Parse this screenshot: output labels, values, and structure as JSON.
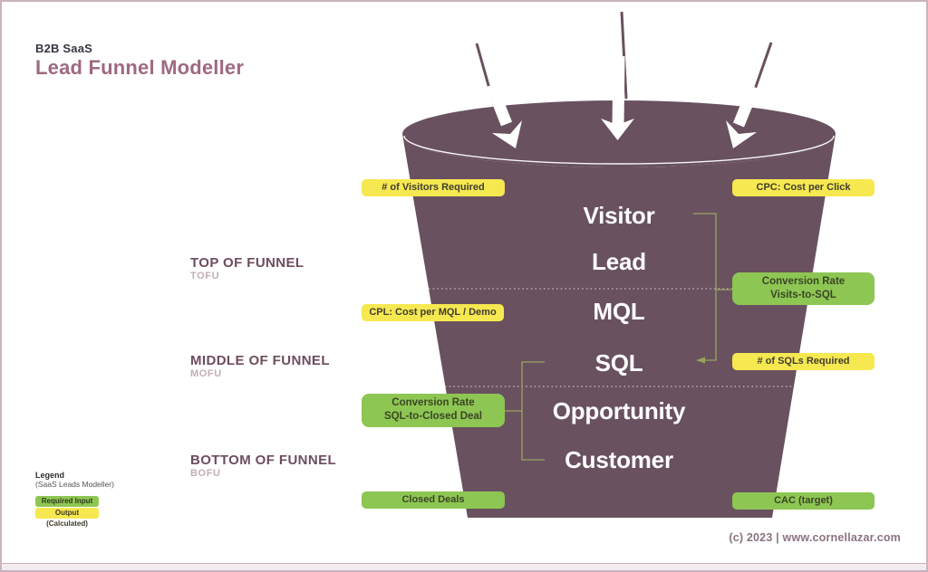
{
  "header": {
    "kicker": "B2B SaaS",
    "title": "Lead Funnel Modeller"
  },
  "funnel": {
    "stages": [
      "Visitor",
      "Lead",
      "MQL",
      "SQL",
      "Opportunity",
      "Customer"
    ]
  },
  "sections": [
    {
      "label": "TOP OF FUNNEL",
      "sub": "TOFU"
    },
    {
      "label": "MIDDLE OF FUNNEL",
      "sub": "MOFU"
    },
    {
      "label": "BOTTOM OF FUNNEL",
      "sub": "BOFU"
    }
  ],
  "chips": {
    "visitors_required": "# of Visitors Required",
    "cpc": "CPC: Cost per Click",
    "cpl": "CPL: Cost per MQL / Demo",
    "sqls_required": "# of SQLs Required",
    "conv_visits_sql": {
      "line1": "Conversion Rate",
      "line2": "Visits-to-SQL"
    },
    "conv_sql_closed": {
      "line1": "Conversion Rate",
      "line2": "SQL-to-Closed Deal"
    },
    "closed_deals": "Closed Deals",
    "cac_target": "CAC (target)"
  },
  "legend": {
    "title": "Legend",
    "subtitle": "(SaaS Leads Modeller)",
    "required_input": "Required Input",
    "output_calculated": "Output (Calculated)"
  },
  "footer": {
    "credit": "(c) 2023 | www.cornellazar.com"
  },
  "colors": {
    "funnel": "#695160",
    "yellow": "#f6e850",
    "green": "#8ec653",
    "accent_line": "#9aa55c"
  }
}
